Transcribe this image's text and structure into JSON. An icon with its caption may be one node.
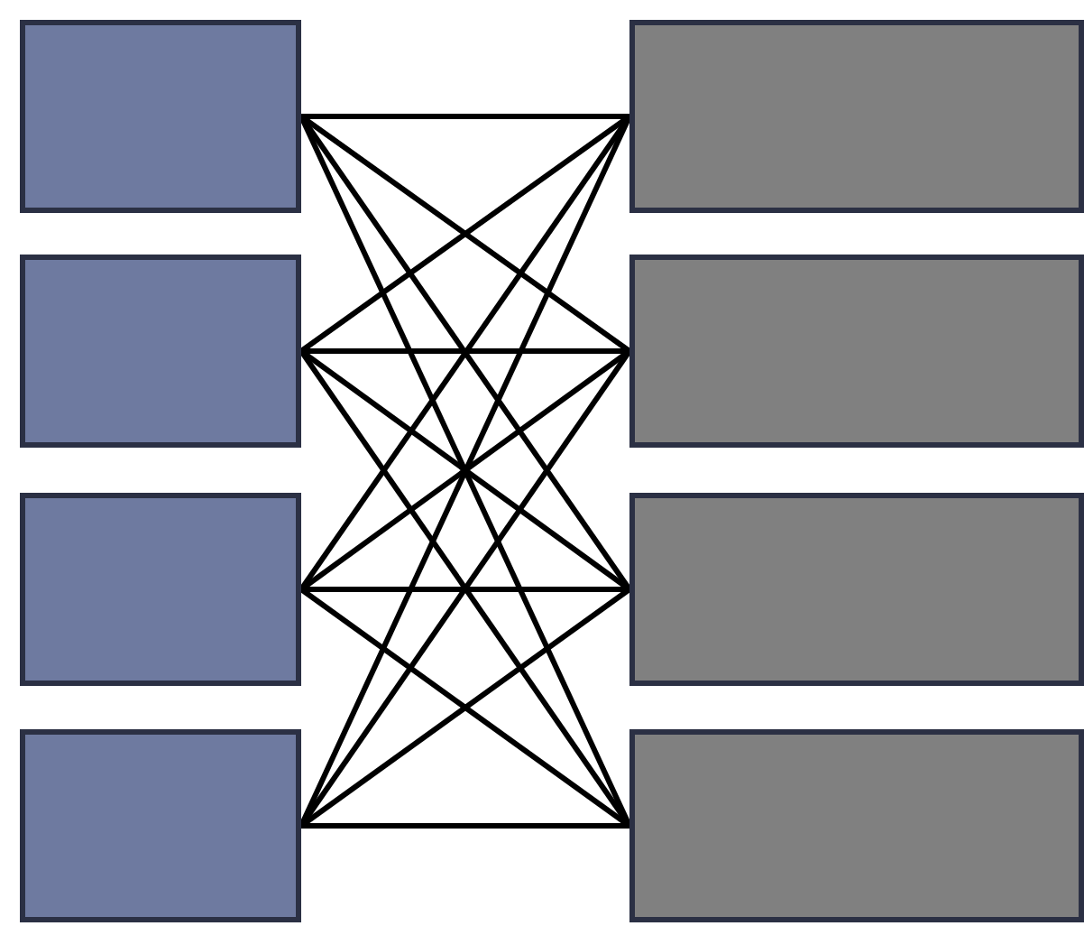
{
  "diagram": {
    "nodes": [
      {
        "text": [],
        "shape": "box"
      },
      {
        "text": [],
        "shape": "box"
      },
      {
        "text": [],
        "shape": "box"
      },
      {
        "text": [],
        "shape": "box"
      },
      {
        "text": [],
        "shape": "box"
      },
      {
        "text": [],
        "shape": "box"
      },
      {
        "text": [],
        "shape": "box"
      },
      {
        "text": [],
        "shape": "box"
      }
    ],
    "edges": [
      {
        "from": 0,
        "to": 4,
        "arrow": "none"
      },
      {
        "from": 0,
        "to": 5,
        "arrow": "none"
      },
      {
        "from": 0,
        "to": 6,
        "arrow": "none"
      },
      {
        "from": 0,
        "to": 7,
        "arrow": "none"
      },
      {
        "from": 1,
        "to": 4,
        "arrow": "none"
      },
      {
        "from": 1,
        "to": 5,
        "arrow": "none"
      },
      {
        "from": 1,
        "to": 6,
        "arrow": "none"
      },
      {
        "from": 1,
        "to": 7,
        "arrow": "none"
      },
      {
        "from": 2,
        "to": 4,
        "arrow": "none"
      },
      {
        "from": 2,
        "to": 5,
        "arrow": "none"
      },
      {
        "from": 2,
        "to": 6,
        "arrow": "none"
      },
      {
        "from": 2,
        "to": 7,
        "arrow": "none"
      },
      {
        "from": 3,
        "to": 4,
        "arrow": "none"
      },
      {
        "from": 3,
        "to": 5,
        "arrow": "none"
      },
      {
        "from": 3,
        "to": 6,
        "arrow": "none"
      },
      {
        "from": 3,
        "to": 7,
        "arrow": "none"
      }
    ]
  }
}
